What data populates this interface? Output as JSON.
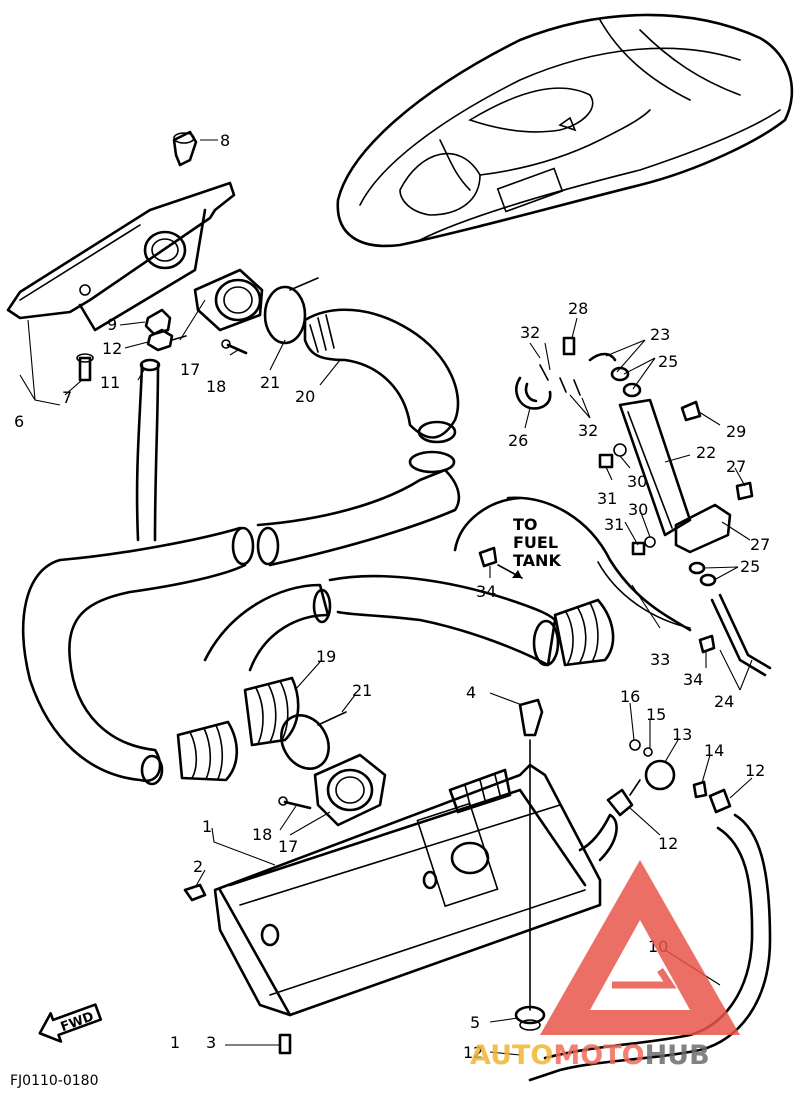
{
  "drawing_code": "FJ0110-0180",
  "forward_label": "FWD",
  "note_lines": [
    "TO",
    "FUEL",
    "TANK"
  ],
  "watermark": {
    "part1": "AUTO",
    "part2": "MOTO",
    "part3": "HUB",
    "color1": "#f2b632",
    "color2": "#f26a5a",
    "color3": "#6d6d6d",
    "logo_color": "#e8564a"
  },
  "callouts": {
    "c1": "1",
    "c1b": "1",
    "c2": "2",
    "c3": "3",
    "c4": "4",
    "c5": "5",
    "c6": "6",
    "c7": "7",
    "c8": "8",
    "c9": "9",
    "c10": "10",
    "c11": "11",
    "c12a": "12",
    "c12b": "12",
    "c12c": "12",
    "c12d": "12",
    "c13": "13",
    "c14": "14",
    "c15": "15",
    "c16": "16",
    "c17a": "17",
    "c17b": "17",
    "c18a": "18",
    "c18b": "18",
    "c19": "19",
    "c20": "20",
    "c21a": "21",
    "c21b": "21",
    "c22": "22",
    "c23": "23",
    "c24": "24",
    "c25a": "25",
    "c25b": "25",
    "c26": "26",
    "c27a": "27",
    "c27b": "27",
    "c28": "28",
    "c29": "29",
    "c30a": "30",
    "c30b": "30",
    "c31a": "31",
    "c31b": "31",
    "c32a": "32",
    "c32b": "32",
    "c33": "33",
    "c34a": "34",
    "c34b": "34"
  }
}
